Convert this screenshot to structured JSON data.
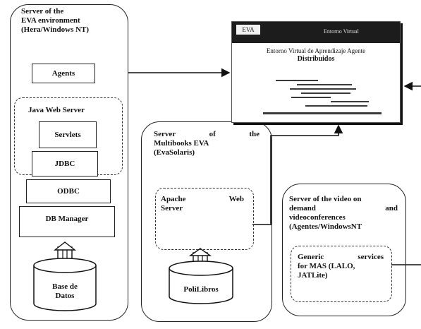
{
  "panels": {
    "left": {
      "title_line1": "Server of the",
      "title_line2": "EVA environment",
      "title_line3": "(Hera/Windows NT)"
    },
    "middle": {
      "title_w1": "Server",
      "title_w2": "of",
      "title_w3": "the",
      "title_line2": "Multibooks EVA",
      "title_line3": "(EvaSolaris)"
    },
    "right": {
      "title_line1": "Server of the video on",
      "title_w1": "demand",
      "title_w2": "and",
      "title_line3": "videoconferences",
      "title_line4": "(Agentes/WindowsNT"
    }
  },
  "boxes": {
    "agents": "Agents",
    "java_web_server": "Java Web Server",
    "servlets": "Servlets",
    "jdbc": "JDBC",
    "odbc": "ODBC",
    "db_manager": "DB Manager",
    "apache_w1": "Apache",
    "apache_w2": "Web",
    "apache_line2": "Server",
    "generic_w1": "Generic",
    "generic_w2": "services",
    "generic_line2": "for MAS (LALO,",
    "generic_line3": "JATLite)"
  },
  "databases": {
    "base_datos_line1": "Base de",
    "base_datos_line2": "Datos",
    "polilibros": "PoliLibros"
  },
  "screenshot": {
    "logo_text": "EVA",
    "header_text": "Entorno Virtual",
    "title_line1": "Entorno Virtual de Aprendizaje Agente",
    "title_line2": "Distribuidos"
  }
}
